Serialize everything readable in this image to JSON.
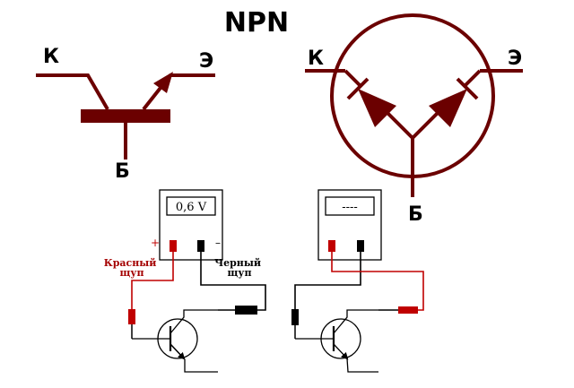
{
  "title": "NPN",
  "terminals": {
    "collector": "К",
    "emitter": "Э",
    "base": "Б"
  },
  "meter_left": {
    "reading": "0,6 V",
    "plus": "+",
    "minus": "–"
  },
  "meter_right": {
    "reading": "----"
  },
  "probes": {
    "red": [
      "Красный",
      "щуп"
    ],
    "black": [
      "Черный",
      "щуп"
    ]
  },
  "colors": {
    "symbol": "#6b0000",
    "red_wire": "#c00000",
    "black_wire": "#000000"
  }
}
